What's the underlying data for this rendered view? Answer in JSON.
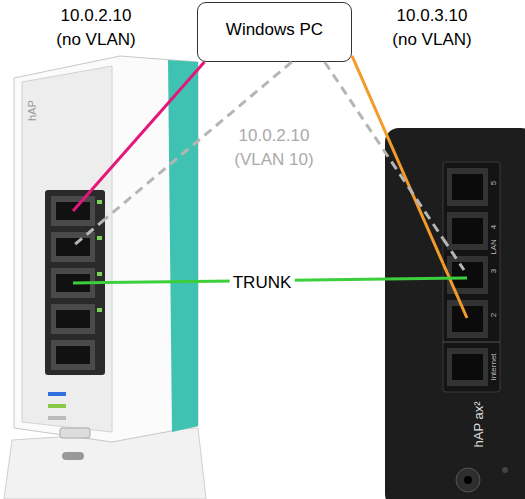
{
  "diagram": {
    "nodes": [
      {
        "text": [
          "Windows PC"
        ]
      },
      {
        "text": [
          "hAP"
        ]
      },
      {
        "text": [
          "5",
          "4",
          "LAN",
          "3",
          "2",
          "Internet",
          "hAP ax²"
        ]
      }
    ],
    "edges": [
      {
        "from": 0,
        "to": 1,
        "arrow": "none"
      },
      {
        "from": 0,
        "to": 2,
        "arrow": "none"
      },
      {
        "from": 0,
        "to": 1,
        "arrow": "none"
      },
      {
        "from": 0,
        "to": 2,
        "arrow": "none"
      },
      {
        "from": 1,
        "to": 2,
        "label": "TRUNK",
        "arrow": "none"
      }
    ],
    "labels": [
      "10.0.2.10 (no VLAN)",
      "10.0.3.10 (no VLAN)",
      "10.0.2.10 (VLAN 10)"
    ]
  }
}
